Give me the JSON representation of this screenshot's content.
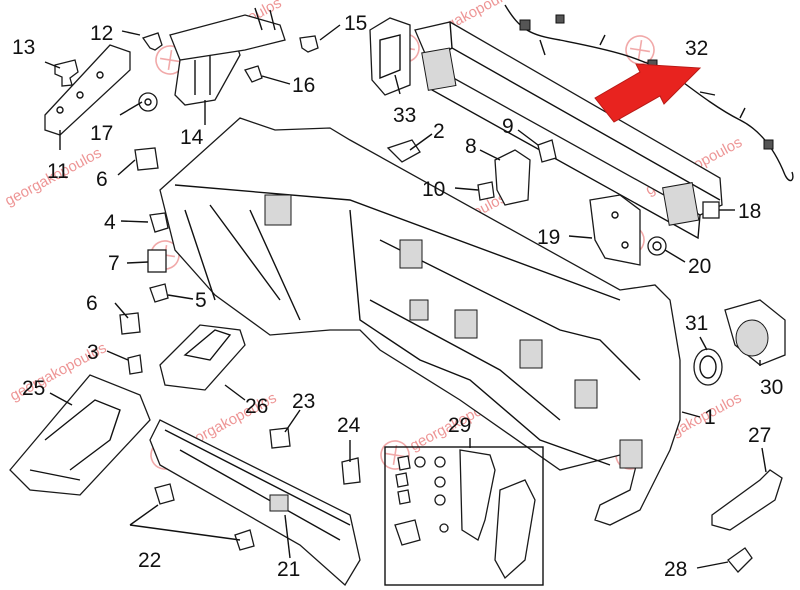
{
  "watermark": {
    "text": "georgakopoulos"
  },
  "callouts": [
    {
      "id": "c1",
      "label": "1"
    },
    {
      "id": "c2",
      "label": "2"
    },
    {
      "id": "c3",
      "label": "3"
    },
    {
      "id": "c4",
      "label": "4"
    },
    {
      "id": "c5",
      "label": "5"
    },
    {
      "id": "c6a",
      "label": "6"
    },
    {
      "id": "c6b",
      "label": "6"
    },
    {
      "id": "c7",
      "label": "7"
    },
    {
      "id": "c8",
      "label": "8"
    },
    {
      "id": "c9",
      "label": "9"
    },
    {
      "id": "c10",
      "label": "10"
    },
    {
      "id": "c11",
      "label": "11"
    },
    {
      "id": "c12",
      "label": "12"
    },
    {
      "id": "c13",
      "label": "13"
    },
    {
      "id": "c14",
      "label": "14"
    },
    {
      "id": "c15",
      "label": "15"
    },
    {
      "id": "c16",
      "label": "16"
    },
    {
      "id": "c17",
      "label": "17"
    },
    {
      "id": "c18",
      "label": "18"
    },
    {
      "id": "c19",
      "label": "19"
    },
    {
      "id": "c20",
      "label": "20"
    },
    {
      "id": "c21",
      "label": "21"
    },
    {
      "id": "c22",
      "label": "22"
    },
    {
      "id": "c23",
      "label": "23"
    },
    {
      "id": "c24",
      "label": "24"
    },
    {
      "id": "c25",
      "label": "25"
    },
    {
      "id": "c26",
      "label": "26"
    },
    {
      "id": "c27",
      "label": "27"
    },
    {
      "id": "c28",
      "label": "28"
    },
    {
      "id": "c29",
      "label": "29"
    },
    {
      "id": "c30",
      "label": "30"
    },
    {
      "id": "c31",
      "label": "31"
    },
    {
      "id": "c32",
      "label": "32"
    },
    {
      "id": "c33",
      "label": "33"
    }
  ],
  "highlight_color": "#e8231f"
}
